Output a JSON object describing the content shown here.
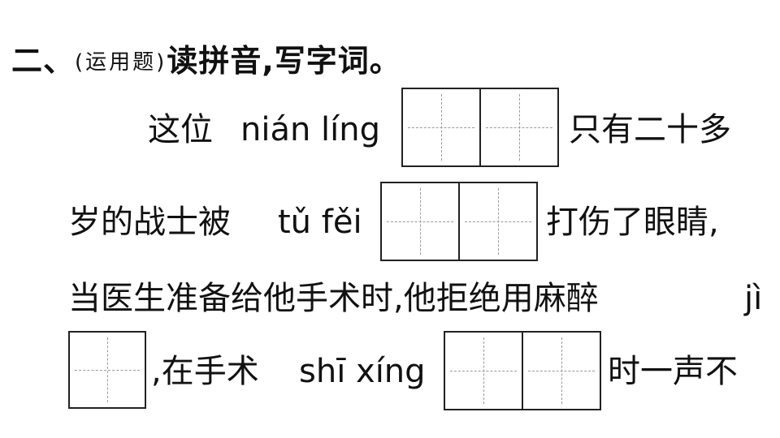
{
  "heading": {
    "number": "二、",
    "tag": "(运用题)",
    "instruction": "读拼音,写字词。"
  },
  "lines": [
    {
      "before": "这位",
      "pinyin": "nián líng",
      "after": "只有二十多"
    },
    {
      "before": "岁的战士被",
      "pinyin": "tǔ fěi",
      "after": "打伤了眼睛,"
    },
    {
      "before": "当医生准备给他手术时,他拒绝用麻醉",
      "pinyin": "jì"
    },
    {
      "after_box1": ",在手术",
      "pinyin": "shī xíng",
      "after": "时一声不"
    }
  ]
}
